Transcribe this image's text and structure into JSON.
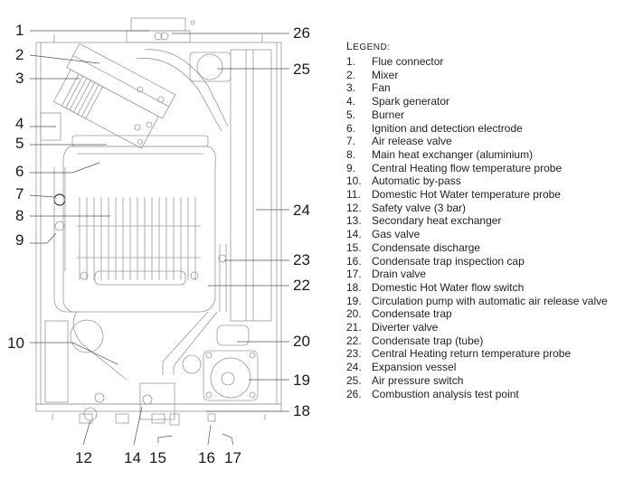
{
  "legend": {
    "title_first": "L",
    "title_rest": "EGEND:",
    "items": [
      {
        "num": "1.",
        "label": "Flue connector"
      },
      {
        "num": "2.",
        "label": "Mixer"
      },
      {
        "num": "3.",
        "label": "Fan"
      },
      {
        "num": "4.",
        "label": "Spark generator"
      },
      {
        "num": "5.",
        "label": "Burner"
      },
      {
        "num": "6.",
        "label": "Ignition and detection electrode"
      },
      {
        "num": "7.",
        "label": "Air release valve"
      },
      {
        "num": "8.",
        "label": "Main heat exchanger (aluminium)"
      },
      {
        "num": "9.",
        "label": "Central Heating flow temperature probe"
      },
      {
        "num": "10.",
        "label": "Automatic by-pass"
      },
      {
        "num": "11.",
        "label": "Domestic Hot Water temperature probe"
      },
      {
        "num": "12.",
        "label": "Safety valve (3 bar)"
      },
      {
        "num": "13.",
        "label": "Secondary heat exchanger"
      },
      {
        "num": "14.",
        "label": "Gas valve"
      },
      {
        "num": "15.",
        "label": "Condensate discharge"
      },
      {
        "num": "16.",
        "label": "Condensate trap inspection cap"
      },
      {
        "num": "17.",
        "label": "Drain valve"
      },
      {
        "num": "18.",
        "label": "Domestic Hot Water flow switch"
      },
      {
        "num": "19.",
        "label": "Circulation pump with automatic air release valve"
      },
      {
        "num": "20.",
        "label": "Condensate trap"
      },
      {
        "num": "21.",
        "label": "Diverter valve"
      },
      {
        "num": "22.",
        "label": "Condensate trap (tube)"
      },
      {
        "num": "23.",
        "label": "Central Heating return temperature probe"
      },
      {
        "num": "24.",
        "label": "Expansion vessel"
      },
      {
        "num": "25.",
        "label": "Air pressure switch"
      },
      {
        "num": "26.",
        "label": "Combustion analysis test point"
      }
    ]
  },
  "callouts": {
    "c1": "1",
    "c2": "2",
    "c3": "3",
    "c4": "4",
    "c5": "5",
    "c6": "6",
    "c7": "7",
    "c8": "8",
    "c9": "9",
    "c10": "10",
    "c12": "12",
    "c14": "14",
    "c15": "15",
    "c16": "16",
    "c17": "17",
    "c18": "18",
    "c19": "19",
    "c20": "20",
    "c22": "22",
    "c23": "23",
    "c24": "24",
    "c25": "25",
    "c26": "26"
  },
  "colors": {
    "line": "#8a8a8a",
    "leader": "#555555",
    "text": "#1a1a1a"
  }
}
